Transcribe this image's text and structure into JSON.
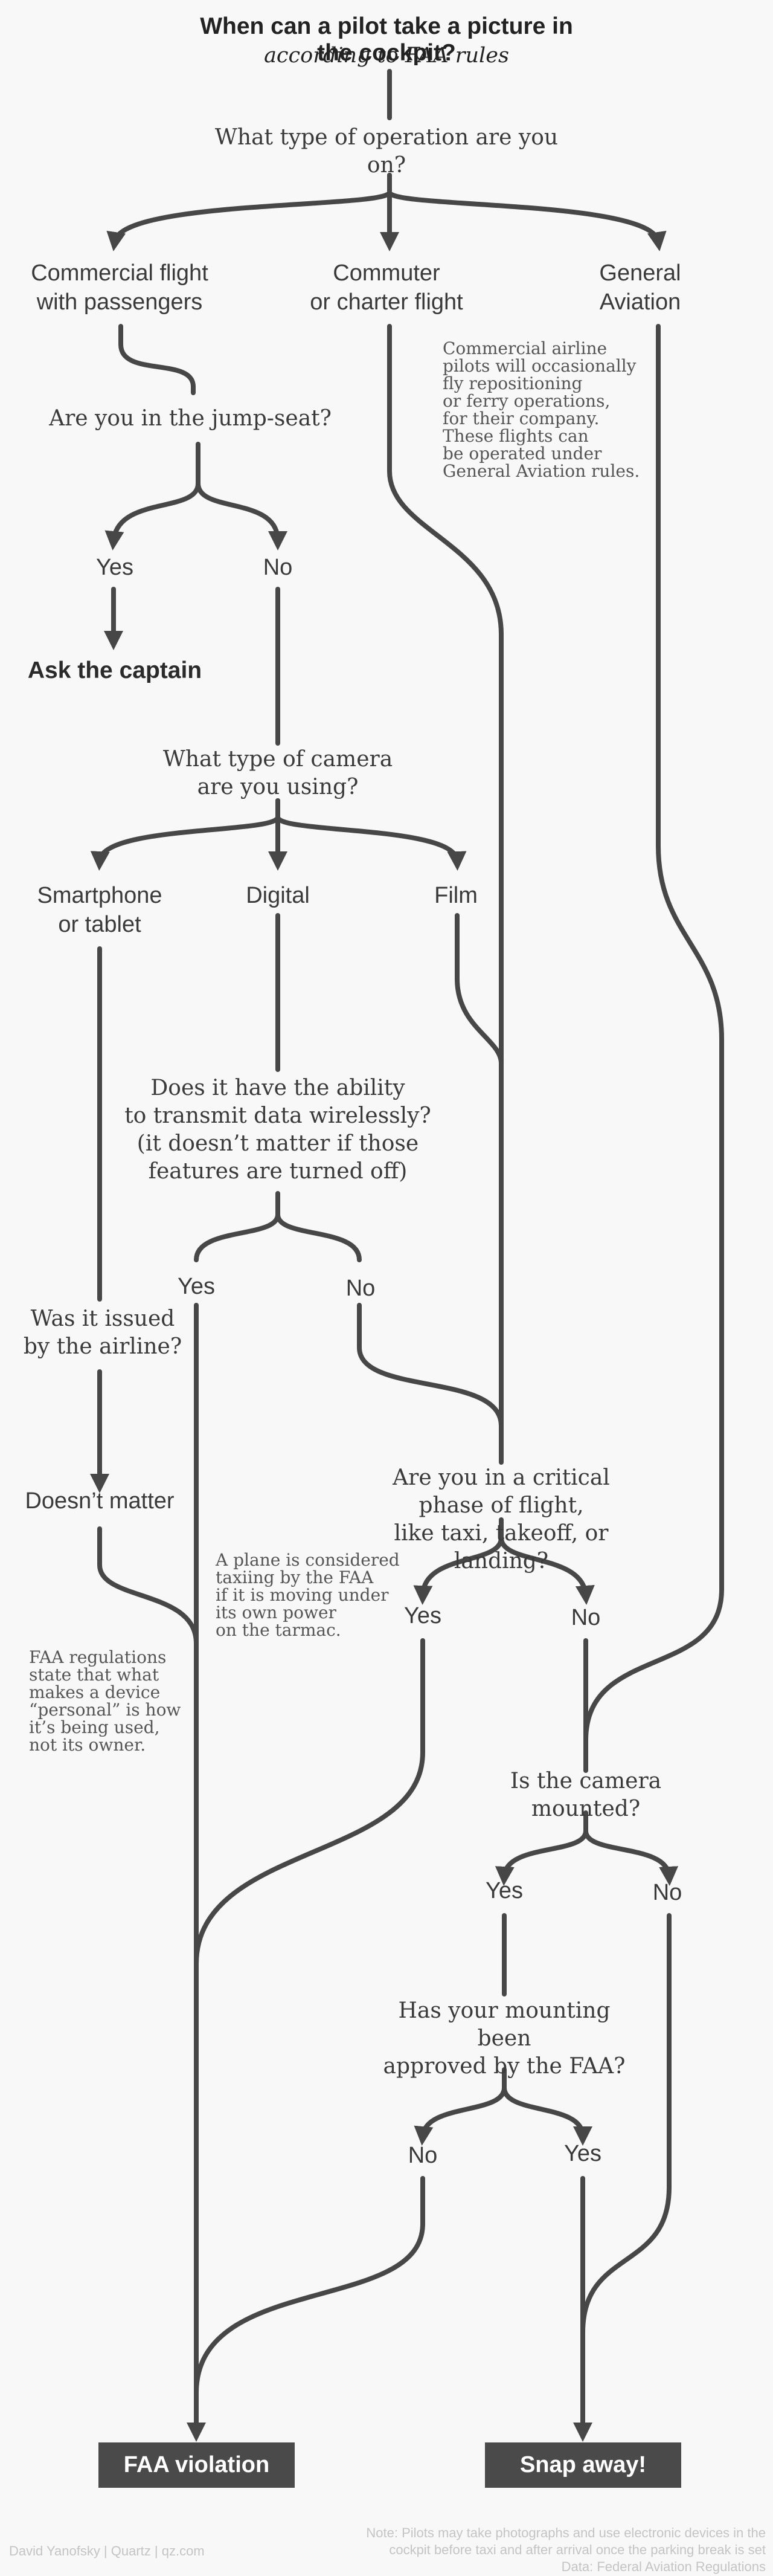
{
  "header": {
    "title": "When can a pilot take a picture in the cockpit?",
    "subtitle": "according to FAA rules"
  },
  "questions": {
    "operation": "What type of operation are you on?",
    "jumpseat": "Are you in the jump-seat?",
    "camera": "What type of camera\nare you using?",
    "wireless": "Does it have the ability\nto transmit data wirelessly?\n(it doesn’t matter if those\nfeatures are turned off)",
    "issued": "Was it issued\nby the airline?",
    "critical": "Are you in a critical phase of flight,\nlike taxi, takeoff, or landing?",
    "mounted": "Is the camera mounted?",
    "approved": "Has your mounting been\napproved by the FAA?"
  },
  "answers": {
    "commercial": "Commercial flight\nwith passengers",
    "commuter": "Commuter\nor charter flight",
    "general": "General Aviation",
    "jumpseat_yes": "Yes",
    "jumpseat_no": "No",
    "ask_captain": "Ask the captain",
    "smartphone": "Smartphone\nor tablet",
    "digital": "Digital",
    "film": "Film",
    "wireless_yes": "Yes",
    "wireless_no": "No",
    "doesnt_matter": "Doesn’t matter",
    "critical_yes": "Yes",
    "critical_no": "No",
    "mounted_yes": "Yes",
    "mounted_no": "No",
    "approved_no": "No",
    "approved_yes": "Yes"
  },
  "notes": {
    "repositioning": "Commercial airline\npilots will occasionally\nfly repositioning\nor ferry operations,\nfor their company.\nThese flights can\nbe operated under\nGeneral Aviation rules.",
    "taxiing": "A plane is considered\ntaxiing by the FAA\nif it is moving under\nits own power\non the tarmac.",
    "personal": "FAA regulations\nstate that what\nmakes a device\n“personal” is how\nit’s being used,\nnot its owner."
  },
  "outcomes": {
    "violation": "FAA violation",
    "snap": "Snap away!"
  },
  "footer": {
    "credit": "David Yanofsky | Quartz | qz.com",
    "note": "Note: Pilots may take photographs and use electronic devices in the\ncockpit before taxi and after arrival once the parking break is set\nData: Federal Aviation Regulations"
  },
  "colors": {
    "line": "#474747",
    "box": "#4a4a4a",
    "background": "#f8f8f8"
  }
}
